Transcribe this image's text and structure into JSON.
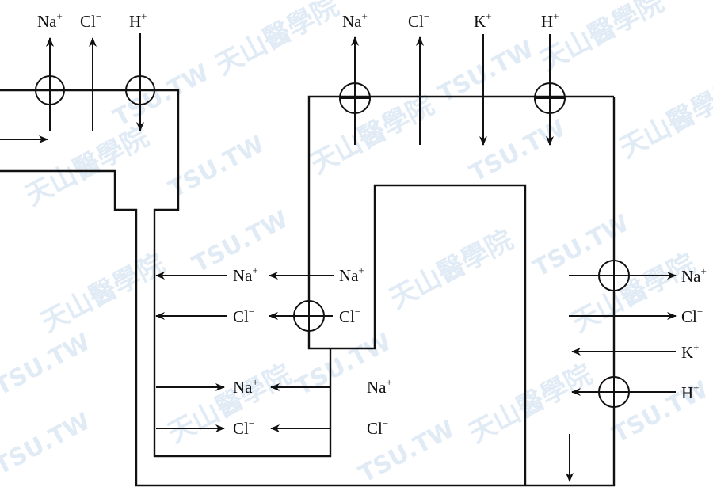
{
  "watermark": {
    "chinese": "天山醫學院",
    "latin": "TSU.TW",
    "color": "#c9dcee"
  },
  "diagram": {
    "line_color": "#111111",
    "symbols": {
      "transporter": "circle-plus-icon"
    },
    "ions": {
      "na": {
        "base": "Na",
        "charge": "+"
      },
      "cl": {
        "base": "Cl",
        "charge": "−"
      },
      "k": {
        "base": "K",
        "charge": "+"
      },
      "h": {
        "base": "H",
        "charge": "+"
      }
    },
    "labels": [
      {
        "id": "pct-na",
        "ion": "na"
      },
      {
        "id": "pct-cl",
        "ion": "cl"
      },
      {
        "id": "pct-h",
        "ion": "h"
      },
      {
        "id": "dct-na",
        "ion": "na"
      },
      {
        "id": "dct-cl",
        "ion": "cl"
      },
      {
        "id": "dct-k",
        "ion": "k"
      },
      {
        "id": "dct-h",
        "ion": "h"
      },
      {
        "id": "tal-na-inner",
        "ion": "na"
      },
      {
        "id": "tal-na-outer",
        "ion": "na"
      },
      {
        "id": "tal-cl-inner",
        "ion": "cl"
      },
      {
        "id": "tal-cl-outer",
        "ion": "cl"
      },
      {
        "id": "tdl-na-outer",
        "ion": "na"
      },
      {
        "id": "tdl-na-inner",
        "ion": "na"
      },
      {
        "id": "tdl-cl-outer",
        "ion": "cl"
      },
      {
        "id": "tdl-cl-inner",
        "ion": "cl"
      },
      {
        "id": "cd-na",
        "ion": "na"
      },
      {
        "id": "cd-cl",
        "ion": "cl"
      },
      {
        "id": "cd-k",
        "ion": "k"
      },
      {
        "id": "cd-h",
        "ion": "h"
      }
    ]
  }
}
